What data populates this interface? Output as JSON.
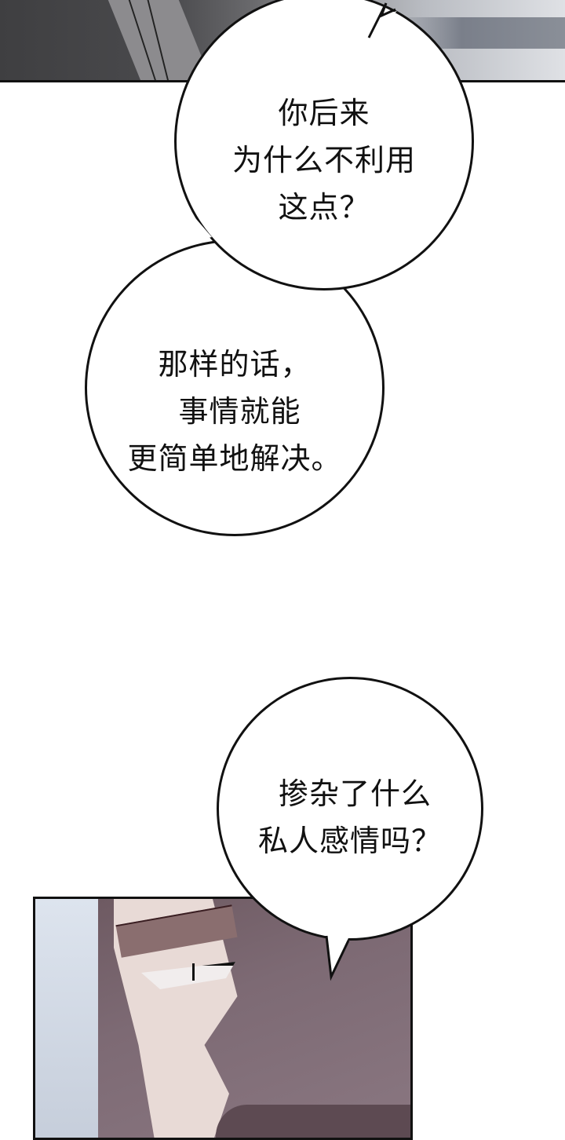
{
  "page": {
    "type": "webtoon-comic-strip",
    "background_color": "#ffffff"
  },
  "panels": {
    "top": {
      "description": "dark grey coat folds with blurred light background",
      "colors": [
        "#3f3f41",
        "#8c8b8e",
        "#dfe1e5"
      ]
    },
    "bottom": {
      "description": "close-up of man's face with narrowed eye and mustache",
      "colors": [
        "#dde4ee",
        "#e8dad6",
        "#7d6a74",
        "#5d4a52"
      ]
    }
  },
  "bubbles": [
    {
      "id": "bubble-1",
      "text": "你后来\n为什么不利用\n这点？",
      "lines": [
        "你后来",
        "为什么不利用",
        "这点？"
      ]
    },
    {
      "id": "bubble-2",
      "text": "那样的话，\n 事情就能\n更简单地解决。",
      "lines": [
        "那样的话，",
        "事情就能",
        "更简单地解决。"
      ]
    },
    {
      "id": "bubble-3",
      "text": " 掺杂了什么\n私人感情吗？",
      "lines": [
        "掺杂了什么",
        "私人感情吗？"
      ]
    }
  ]
}
